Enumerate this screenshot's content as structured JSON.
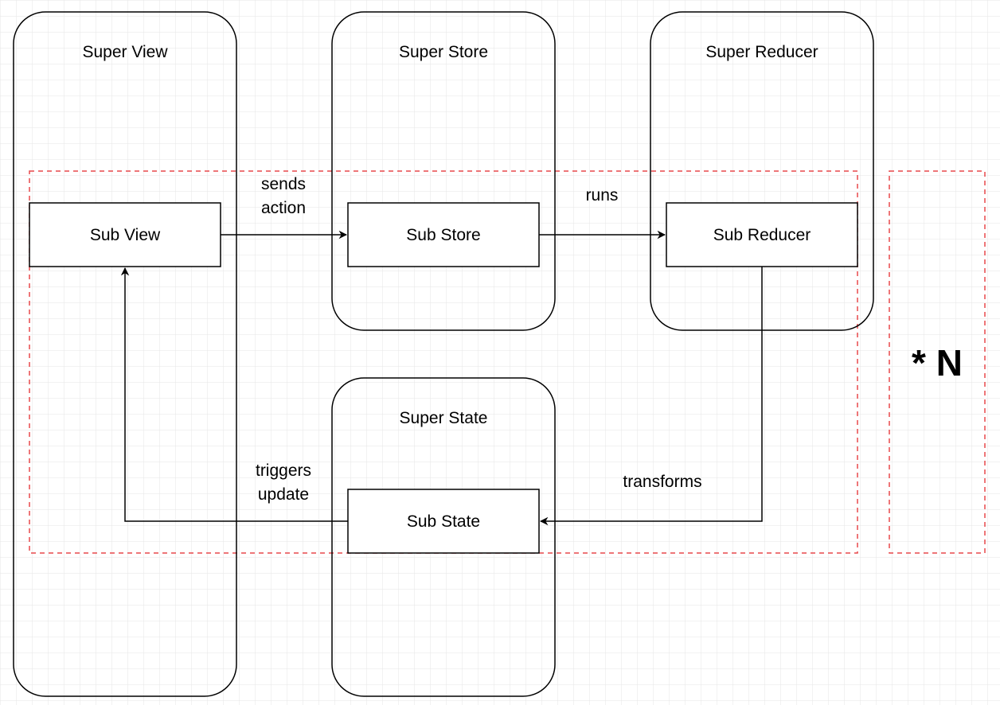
{
  "containers": {
    "super_view": "Super View",
    "super_store": "Super Store",
    "super_reducer": "Super Reducer",
    "super_state": "Super State"
  },
  "nodes": {
    "sub_view": "Sub View",
    "sub_store": "Sub Store",
    "sub_reducer": "Sub Reducer",
    "sub_state": "Sub State"
  },
  "edges": {
    "sends_action": [
      "sends",
      "action"
    ],
    "runs": "runs",
    "transforms": "transforms",
    "triggers_update": [
      "triggers",
      "update"
    ]
  },
  "multiplier": "* N",
  "colors": {
    "stroke": "#000000",
    "dashed_group": "#e8484b",
    "grid": "#e6e6e6",
    "background": "#ffffff"
  }
}
